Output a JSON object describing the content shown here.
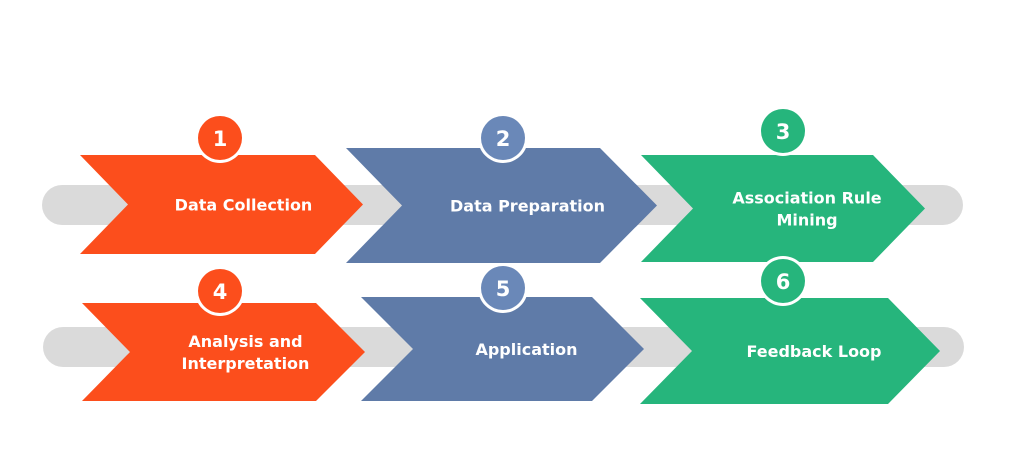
{
  "diagram": {
    "type": "process-flow",
    "rows": [
      {
        "name": "row-1",
        "steps": [
          0,
          1,
          2
        ]
      },
      {
        "name": "row-2",
        "steps": [
          3,
          4,
          5
        ]
      }
    ],
    "steps": [
      {
        "number": "1",
        "label_lines": [
          "Data Collection"
        ],
        "color": "#FC4E1C",
        "badge_color": "#FC4E1C"
      },
      {
        "number": "2",
        "label_lines": [
          "Data Preparation"
        ],
        "color": "#5F7BA8",
        "badge_color": "#6A88B8"
      },
      {
        "number": "3",
        "label_lines": [
          "Association Rule",
          "Mining"
        ],
        "color": "#26B57C",
        "badge_color": "#26B57C"
      },
      {
        "number": "4",
        "label_lines": [
          "Analysis and",
          "Interpretation"
        ],
        "color": "#FC4E1C",
        "badge_color": "#FC4E1C"
      },
      {
        "number": "5",
        "label_lines": [
          "Application"
        ],
        "color": "#5F7BA8",
        "badge_color": "#6A88B8"
      },
      {
        "number": "6",
        "label_lines": [
          "Feedback Loop"
        ],
        "color": "#26B57C",
        "badge_color": "#26B57C"
      }
    ],
    "connector_color": "#DADADA",
    "background_color": "#FFFFFF"
  }
}
